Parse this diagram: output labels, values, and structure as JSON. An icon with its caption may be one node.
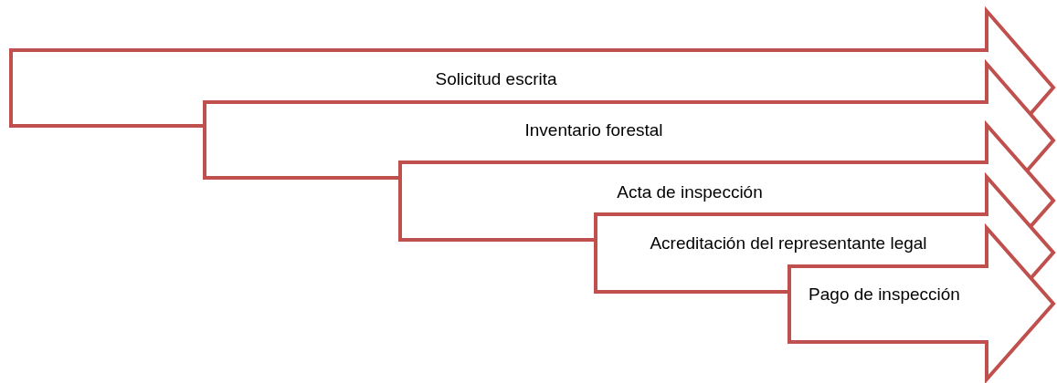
{
  "diagram": {
    "nodes": [
      {
        "text": [
          "Solicitud escrita"
        ]
      },
      {
        "text": [
          "Inventario forestal"
        ]
      },
      {
        "text": [
          "Acta de inspección"
        ]
      },
      {
        "text": [
          "Acreditación del representante legal"
        ]
      },
      {
        "text": [
          "Pago de inspección"
        ]
      }
    ]
  }
}
